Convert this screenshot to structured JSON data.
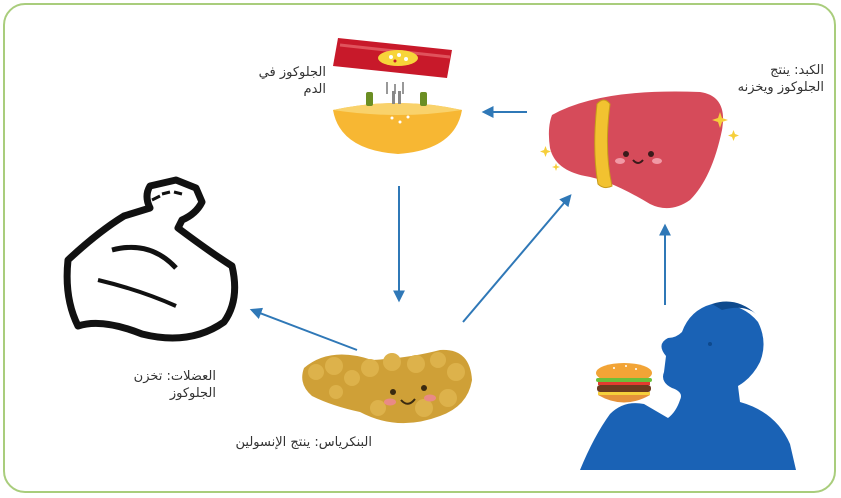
{
  "labels": {
    "blood_glucose_line1": "الجلوكوز في",
    "blood_glucose_line2": "الدم",
    "liver_line1": "الكبد: ينتج",
    "liver_line2": "الجلوكوز ويخزنه",
    "muscles_line1": "العضلات: تخزن",
    "muscles_line2": "الجلوكوز",
    "pancreas": "البنكرياس: ينتج الإنسولين"
  },
  "colors": {
    "border": "#a9cd7c",
    "arrow": "#2f78b7",
    "liver": "#d64b5a",
    "person": "#1a62b5",
    "pancreas": "#cfa037",
    "blood_vessel": "#c8192a"
  }
}
